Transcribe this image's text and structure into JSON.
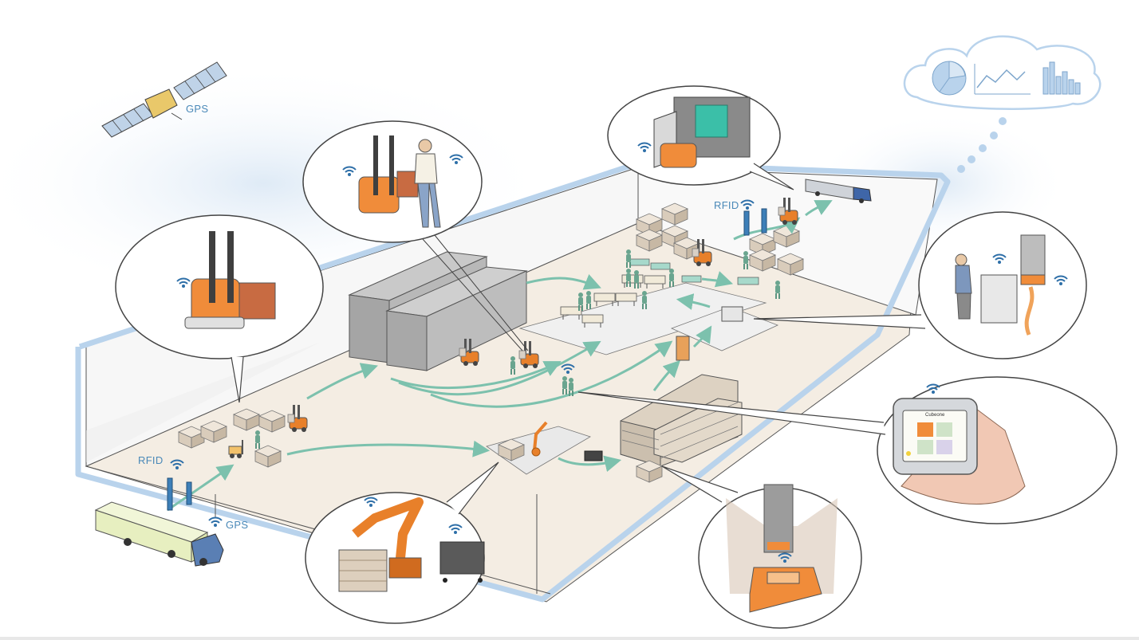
{
  "labels": {
    "gps_satellite": "GPS",
    "gps_truck": "GPS",
    "rfid_gate_left": "RFID",
    "rfid_gate_right": "RFID"
  },
  "tablet_screen_title": "Cubeone",
  "colors": {
    "wall_blue": "#b9d3ec",
    "floor": "#f4ede3",
    "flow_arrow": "#7cc1ad",
    "robot_orange": "#e8802a",
    "rack_gray": "#9a9a9a",
    "wifi_blue": "#2e6fa8",
    "worker_green": "#6aa58f"
  },
  "icons": [
    "satellite-icon",
    "cloud-analytics-icon",
    "wifi-icon",
    "forklift-icon",
    "truck-icon",
    "robot-arm-icon",
    "tablet-icon",
    "rack-icon",
    "worker-icon",
    "rfid-gate-icon"
  ]
}
